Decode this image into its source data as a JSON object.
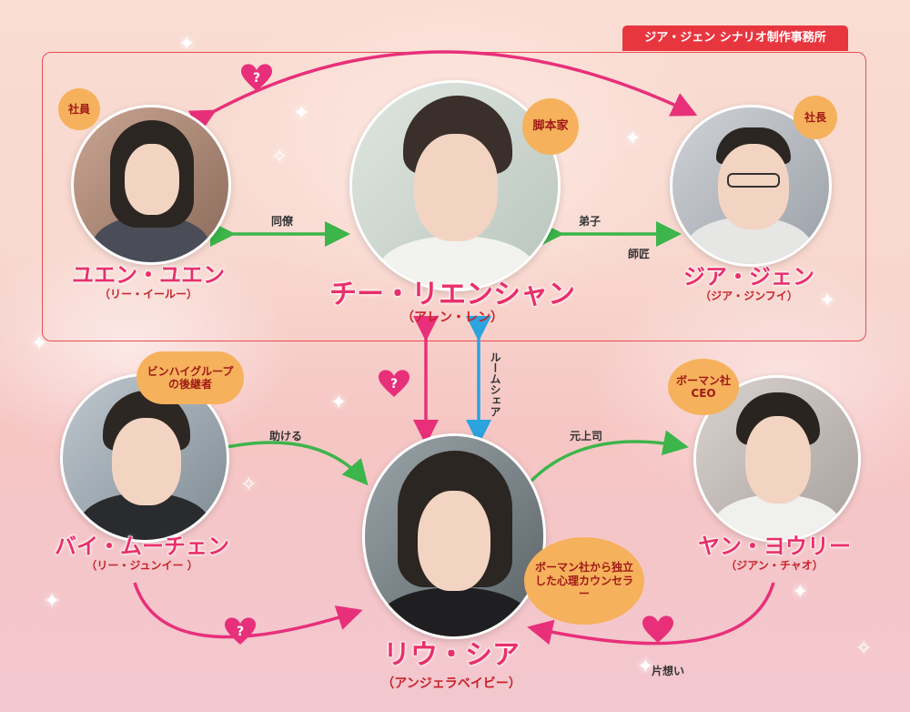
{
  "company_box": {
    "label": "ジア・ジェン シナリオ制作事務所"
  },
  "characters": {
    "yuen": {
      "name": "ユエン・ユエン",
      "actor": "（リー・イールー）",
      "role": "社員"
    },
    "chi": {
      "name": "チー・リエンシャン",
      "actor": "（アレン・レン）",
      "role": "脚本家"
    },
    "jia": {
      "name": "ジア・ジェン",
      "actor": "（ジア・ジンフイ）",
      "role": "社長"
    },
    "bai": {
      "name": "バイ・ムーチェン",
      "actor": "（リー・ジュンイー ）",
      "role": "ビンハイグループの後継者"
    },
    "liu": {
      "name": "リウ・シア",
      "actor": "（アンジェラベイビー）",
      "role": "ボーマン社から独立した心理カウンセラー"
    },
    "yan": {
      "name": "ヤン・ヨウリー",
      "actor": "（ジアン・チャオ）",
      "role": "ボーマン社CEO"
    }
  },
  "relations": {
    "colleague": "同僚",
    "disciple": "弟子",
    "master": "師匠",
    "roommate": "ルームシェア",
    "helps": "助ける",
    "ex_boss": "元上司",
    "unrequited": "片想い"
  },
  "colors": {
    "pink": "#e8307a",
    "green": "#3cb54a",
    "blue": "#2ba3dd",
    "red": "#e8363f"
  }
}
